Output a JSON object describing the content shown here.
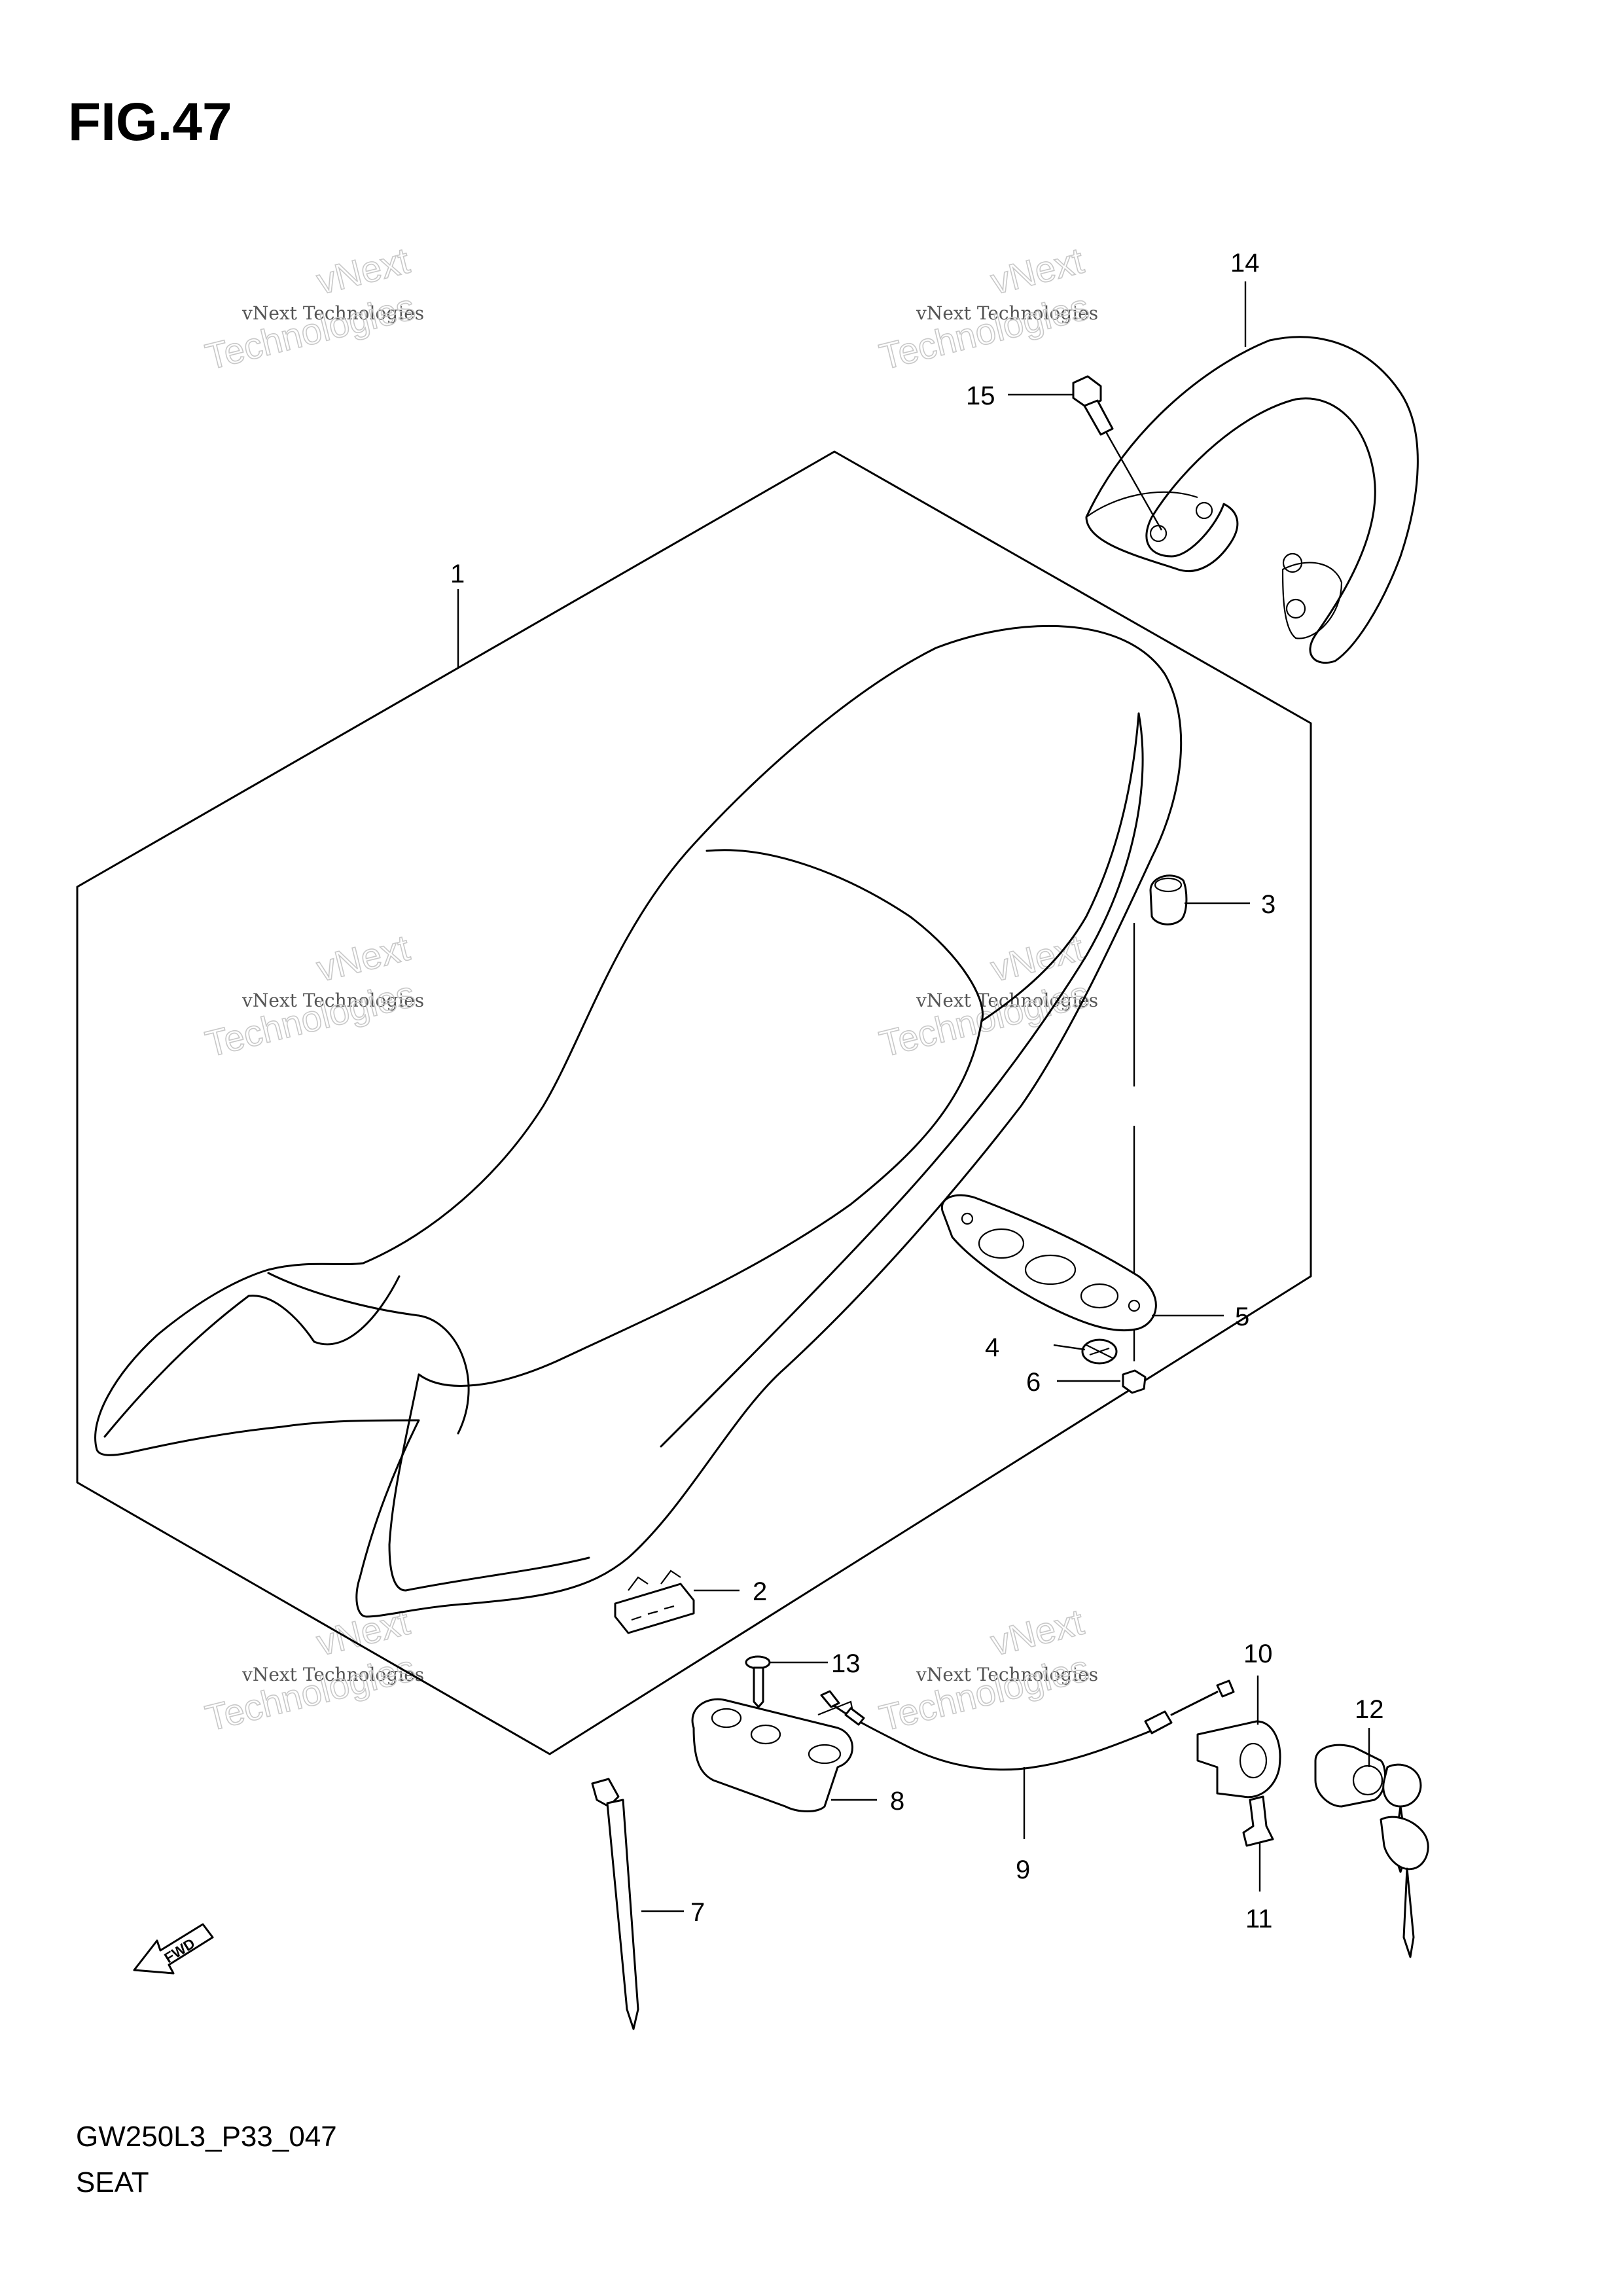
{
  "figure": {
    "title": "FIG.47",
    "code": "GW250L3_P33_047",
    "name": "SEAT"
  },
  "callouts": [
    {
      "id": "c1",
      "text": "1"
    },
    {
      "id": "c2",
      "text": "2"
    },
    {
      "id": "c3",
      "text": "3"
    },
    {
      "id": "c4",
      "text": "4"
    },
    {
      "id": "c5",
      "text": "5"
    },
    {
      "id": "c6",
      "text": "6"
    },
    {
      "id": "c7",
      "text": "7"
    },
    {
      "id": "c8",
      "text": "8"
    },
    {
      "id": "c9",
      "text": "9"
    },
    {
      "id": "c10",
      "text": "10"
    },
    {
      "id": "c11",
      "text": "11"
    },
    {
      "id": "c12",
      "text": "12"
    },
    {
      "id": "c13",
      "text": "13"
    },
    {
      "id": "c14",
      "text": "14"
    },
    {
      "id": "c15",
      "text": "15"
    }
  ],
  "fwd_label": "FWD",
  "watermark": {
    "small": "vNext Technologies",
    "big_top": "vNext",
    "big_bottom": "Technologies"
  }
}
